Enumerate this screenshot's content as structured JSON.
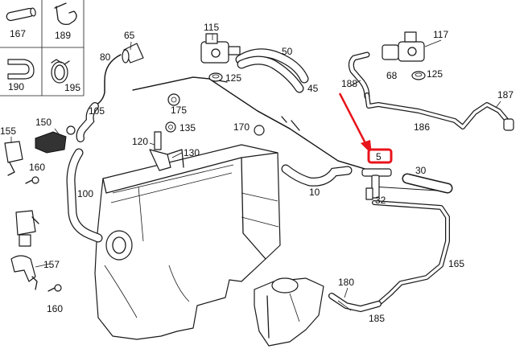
{
  "parts": {
    "p167": "167",
    "p189": "189",
    "p190": "190",
    "p195": "195",
    "p65": "65",
    "p115": "115",
    "p80": "80",
    "p50": "50",
    "p117": "117",
    "p125a": "125",
    "p125b": "125",
    "p45": "45",
    "p188": "188",
    "p68": "68",
    "p187": "187",
    "p105": "105",
    "p175": "175",
    "p150": "150",
    "p155": "155",
    "p135": "135",
    "p170": "170",
    "p186": "186",
    "p120": "120",
    "p130": "130",
    "p160a": "160",
    "p100": "100",
    "p10": "10",
    "p5": "5",
    "p30": "30",
    "p32": "32",
    "p165": "165",
    "p157": "157",
    "p180": "180",
    "p160b": "160",
    "p185": "185"
  },
  "highlight": {
    "color": "#e8141b",
    "target_label": "5"
  }
}
